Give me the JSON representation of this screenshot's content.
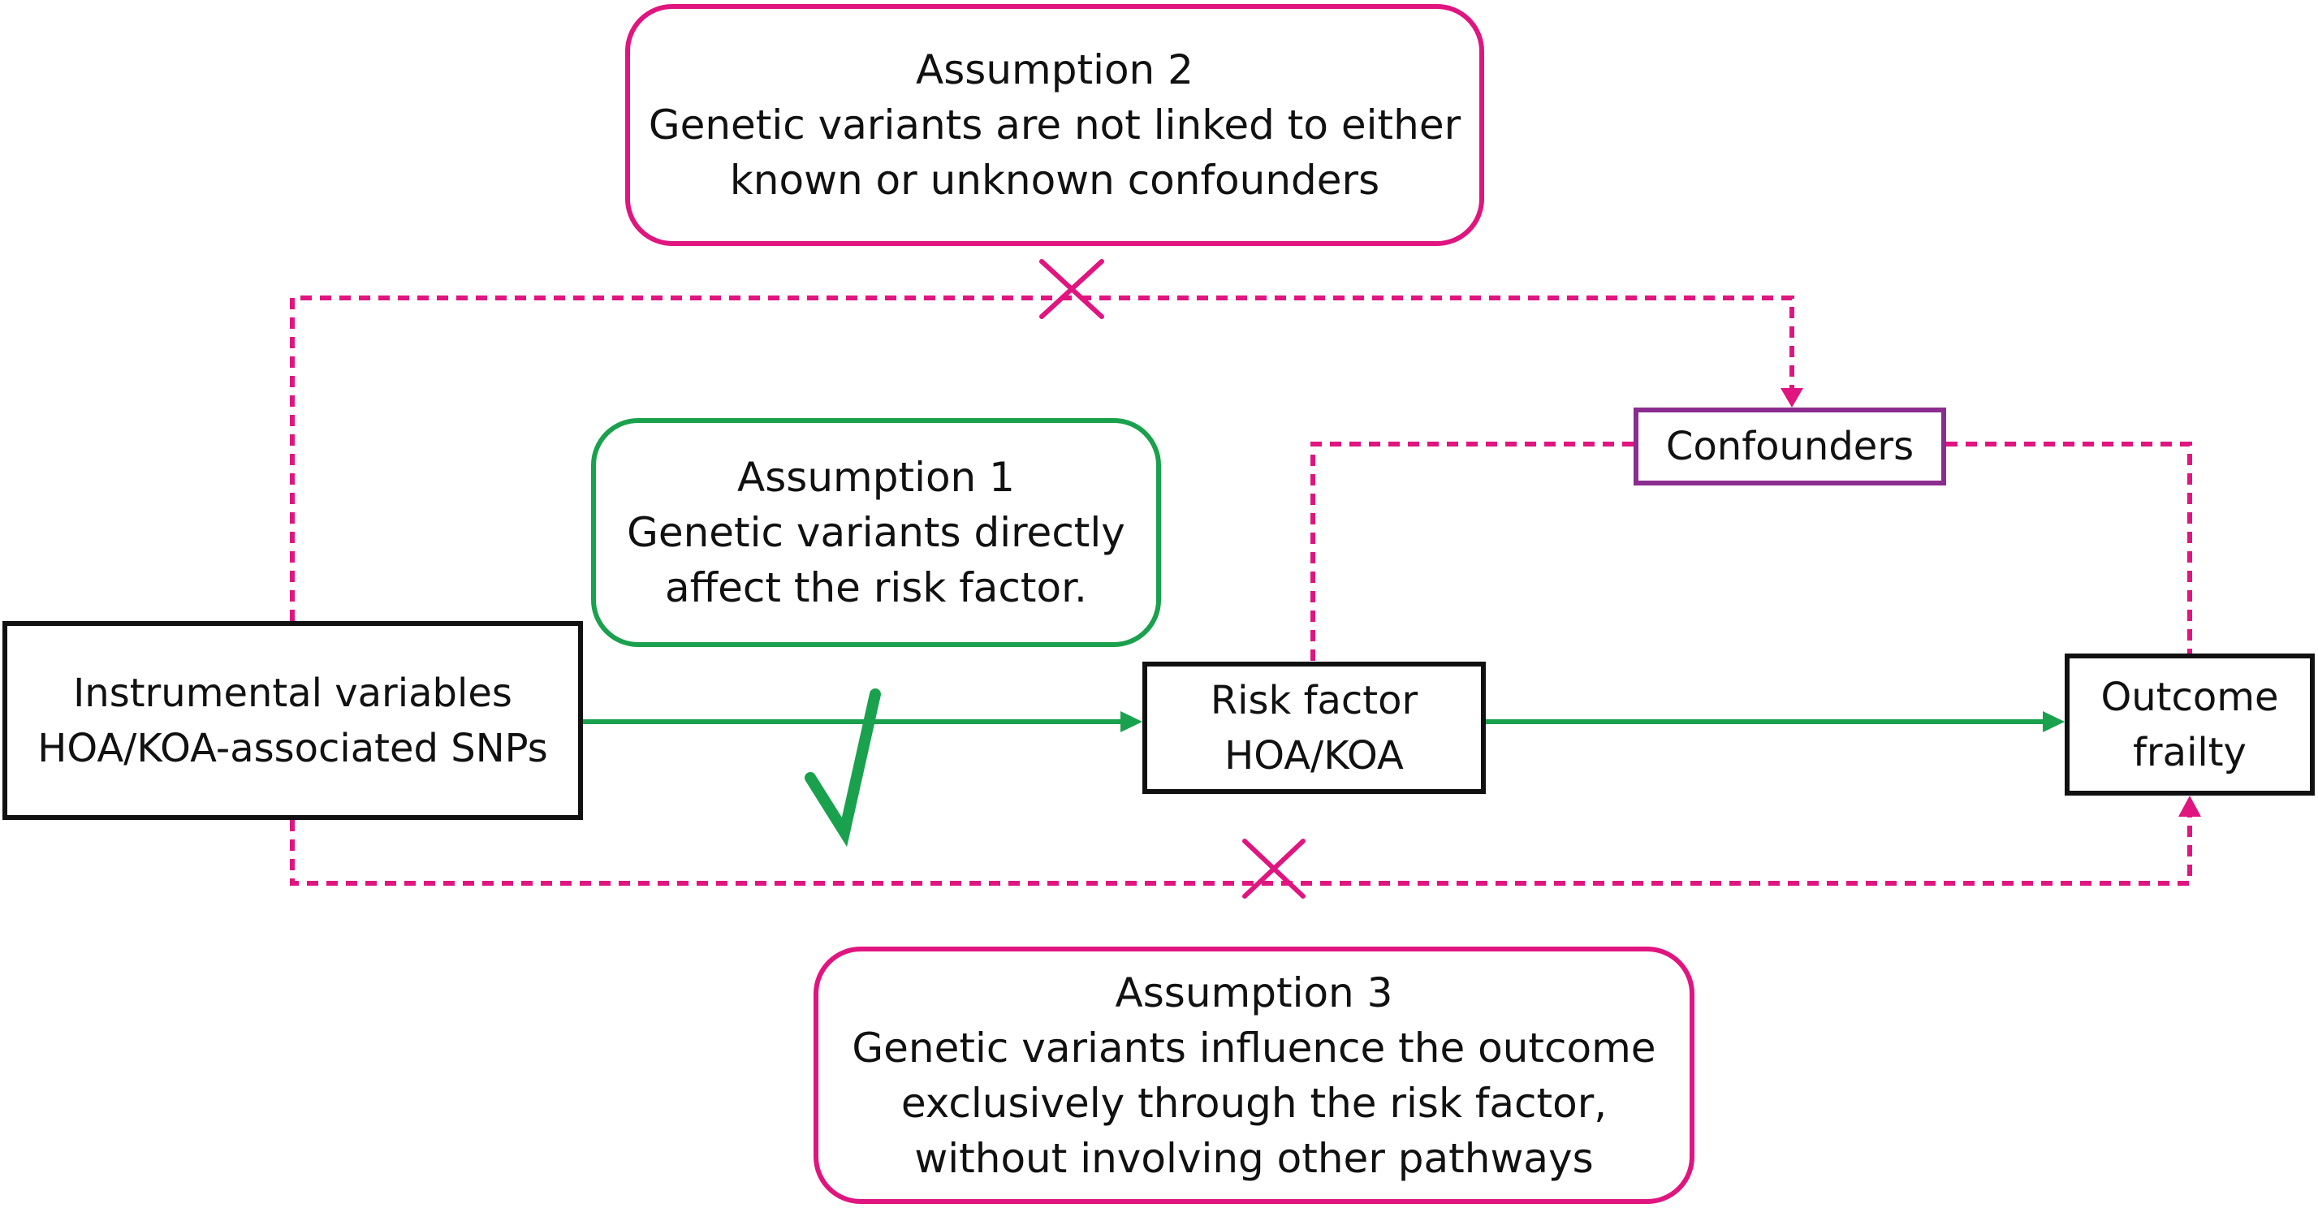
{
  "colors": {
    "pink": "#e0157f",
    "green": "#1aa14d",
    "purple": "#8b2c8f",
    "black": "#111111"
  },
  "assumption_2": {
    "title": "Assumption 2",
    "line1": "Genetic variants are not linked to either",
    "line2": "known or unknown confounders"
  },
  "assumption_1": {
    "title": "Assumption 1",
    "line1": "Genetic variants directly",
    "line2": "affect the risk factor."
  },
  "assumption_3": {
    "title": "Assumption 3",
    "line1": "Genetic variants influence the outcome",
    "line2": "exclusively through the risk factor,",
    "line3": "without involving other pathways"
  },
  "nodes": {
    "instrumental_variables": {
      "line1": "Instrumental variables",
      "line2": "HOA/KOA-associated SNPs"
    },
    "risk_factor": {
      "line1": "Risk factor",
      "line2": "HOA/KOA"
    },
    "outcome": {
      "line1": "Outcome",
      "line2": "frailty"
    },
    "confounders": {
      "label": "Confounders"
    }
  },
  "marks": {
    "valid": "check-mark",
    "invalid": "cross-mark"
  }
}
